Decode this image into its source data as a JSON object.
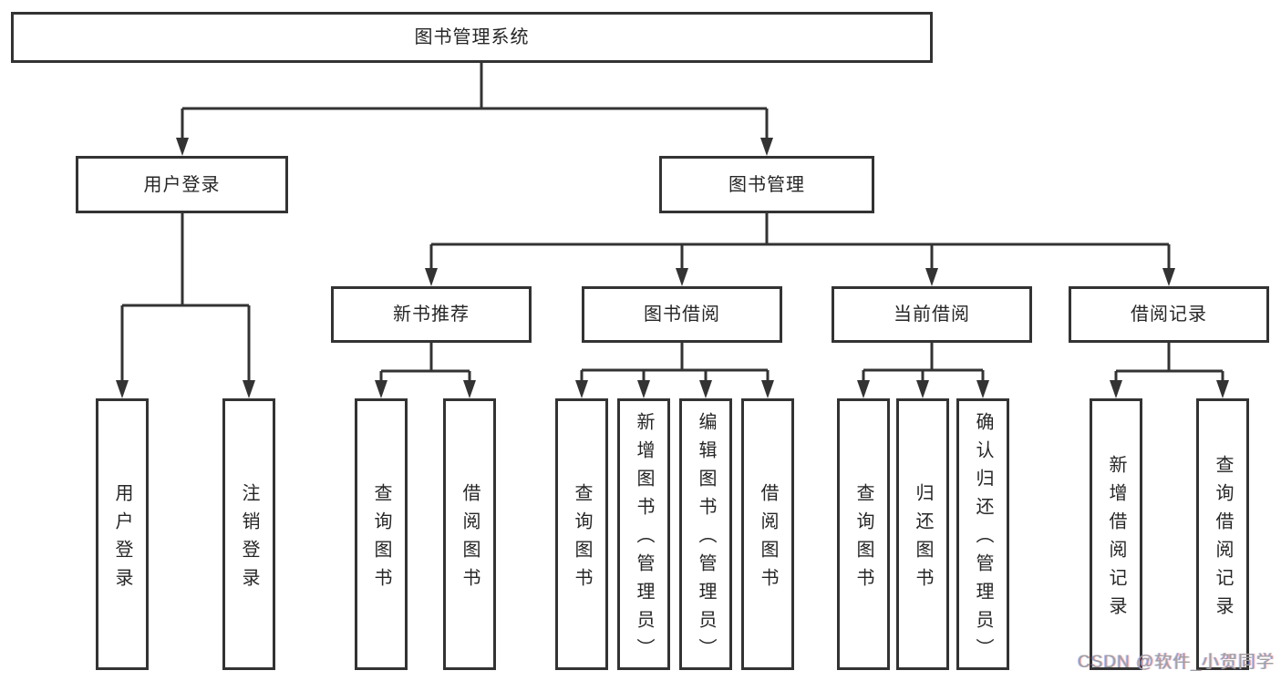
{
  "tree": {
    "label": "图书管理系统",
    "children": [
      {
        "label": "用户登录",
        "children": [
          {
            "label": "用户登录"
          },
          {
            "label": "注销登录"
          }
        ]
      },
      {
        "label": "图书管理",
        "children": [
          {
            "label": "新书推荐",
            "children": [
              {
                "label": "查询图书"
              },
              {
                "label": "借阅图书"
              }
            ]
          },
          {
            "label": "图书借阅",
            "children": [
              {
                "label": "查询图书"
              },
              {
                "label": "新增图书（管理员）"
              },
              {
                "label": "编辑图书（管理员）"
              },
              {
                "label": "借阅图书"
              }
            ]
          },
          {
            "label": "当前借阅",
            "children": [
              {
                "label": "查询图书"
              },
              {
                "label": "归还图书"
              },
              {
                "label": "确认归还（管理员）"
              }
            ]
          },
          {
            "label": "借阅记录",
            "children": [
              {
                "label": "新增借阅记录"
              },
              {
                "label": "查询借阅记录"
              }
            ]
          }
        ]
      }
    ]
  },
  "watermark": {
    "text": "CSDN @软件_小贺同学"
  },
  "colors": {
    "line": "#333333",
    "text": "#262626",
    "background": "#ffffff",
    "watermark": "#a0a0a0"
  }
}
